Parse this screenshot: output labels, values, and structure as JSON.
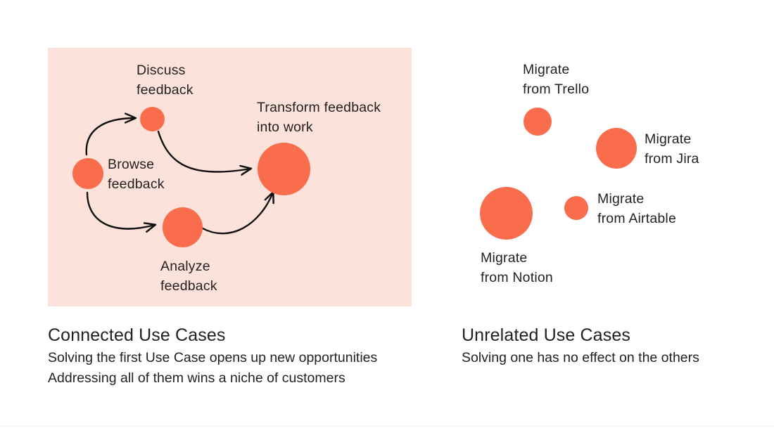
{
  "colors": {
    "node": "#f96d4d",
    "plate_background": "#fce2da",
    "page_background": "#ffffff",
    "text": "#231f20",
    "arrow": "#111111"
  },
  "panels": {
    "connected": {
      "caption_title": "Connected Use Cases",
      "caption_lines": [
        "Solving the first Use Case opens up new opportunities",
        "Addressing all of them wins a niche of customers"
      ],
      "nodes": [
        {
          "id": "browse",
          "label_line1": "Browse",
          "label_line2": "feedback"
        },
        {
          "id": "discuss",
          "label_line1": "Discuss",
          "label_line2": "feedback"
        },
        {
          "id": "analyze",
          "label_line1": "Analyze",
          "label_line2": "feedback"
        },
        {
          "id": "transform",
          "label_line1": "Transform feedback",
          "label_line2": "into work"
        }
      ],
      "edges": [
        {
          "from": "browse",
          "to": "discuss"
        },
        {
          "from": "browse",
          "to": "analyze"
        },
        {
          "from": "discuss",
          "to": "transform"
        },
        {
          "from": "analyze",
          "to": "transform"
        }
      ]
    },
    "unrelated": {
      "caption_title": "Unrelated Use Cases",
      "caption_lines": [
        "Solving one has no effect on the others"
      ],
      "nodes": [
        {
          "id": "trello",
          "label_line1": "Migrate",
          "label_line2": "from Trello"
        },
        {
          "id": "jira",
          "label_line1": "Migrate",
          "label_line2": "from Jira"
        },
        {
          "id": "airtable",
          "label_line1": "Migrate",
          "label_line2": "from Airtable"
        },
        {
          "id": "notion",
          "label_line1": "Migrate",
          "label_line2": "from Notion"
        }
      ],
      "edges": []
    }
  }
}
